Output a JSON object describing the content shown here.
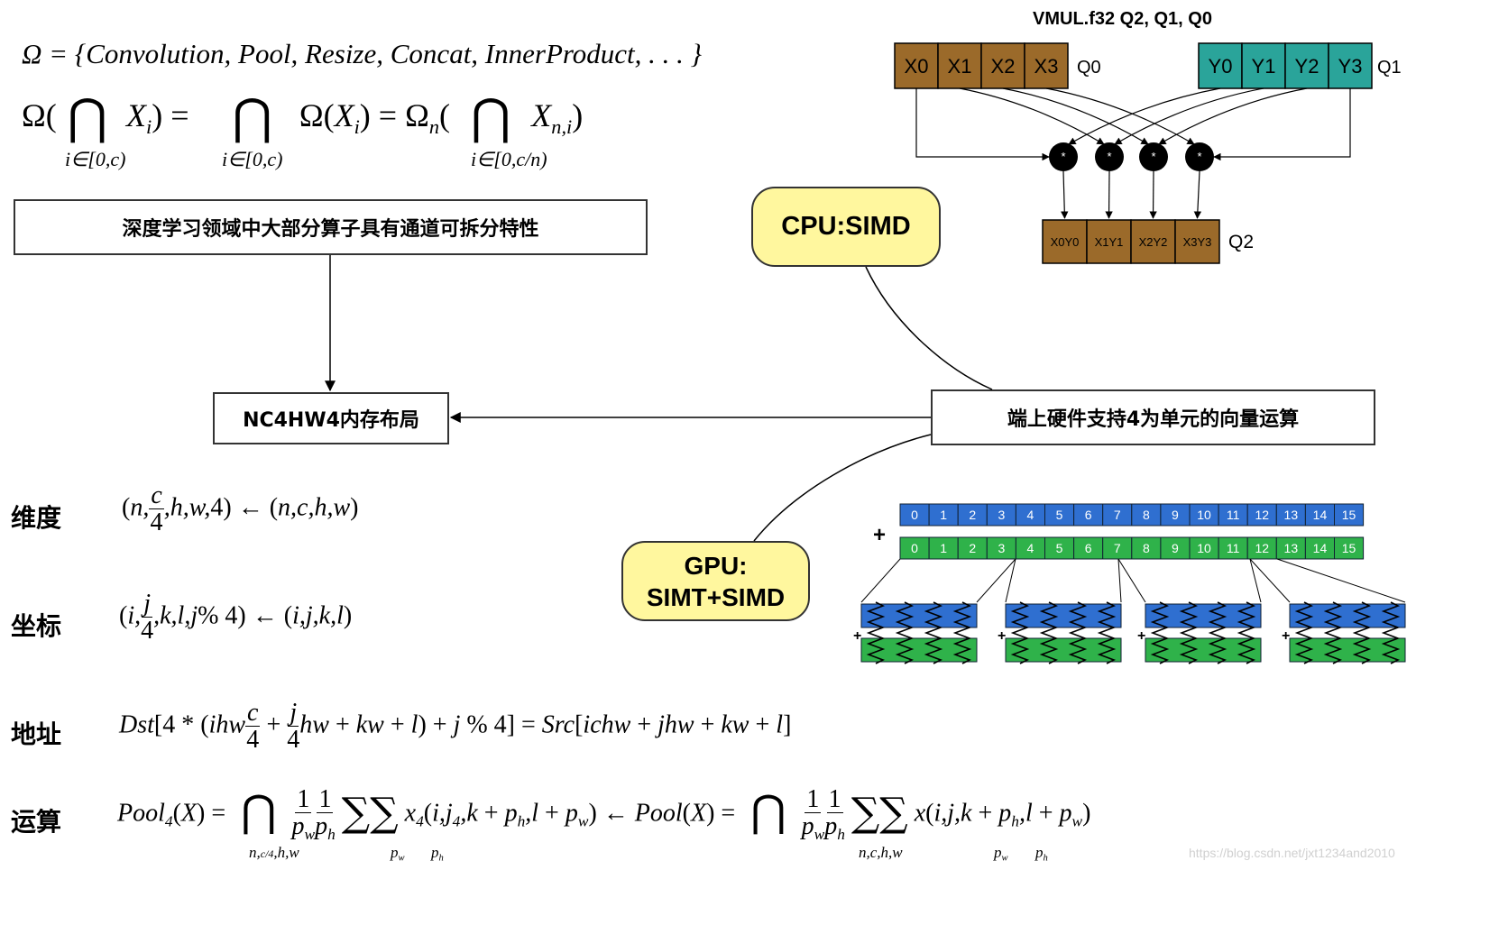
{
  "top_formula": {
    "set_def": "Ω = {Convolution, Pool, Resize, Concat, InnerProduct, . . . }",
    "lhs_range": "i∈[0,c)",
    "mid_range": "i∈[0,c)",
    "rhs_range": "i∈[0,c/n)"
  },
  "boxes": {
    "channel_split": "深度学习领域中大部分算子具有通道可拆分特性",
    "nc4hw4": "NC4HW4内存布局",
    "hw_vector": "端上硬件支持4为单元的向量运算",
    "cpu_simd": "CPU:SIMD",
    "gpu_line1": "GPU:",
    "gpu_line2": "SIMT+SIMD"
  },
  "vmul": {
    "title": "VMUL.f32 Q2, Q1, Q0",
    "q0_cells": [
      "X0",
      "X1",
      "X2",
      "X3"
    ],
    "q0_label": "Q0",
    "q1_cells": [
      "Y0",
      "Y1",
      "Y2",
      "Y3"
    ],
    "q1_label": "Q1",
    "op_symbol": "*",
    "q2_cells": [
      "X0Y0",
      "X1Y1",
      "X2Y2",
      "X3Y3"
    ],
    "q2_label": "Q2",
    "colors": {
      "q0": "#9b6a2a",
      "q1": "#2aa49a",
      "q2": "#9b6a2a",
      "op": "#000000"
    }
  },
  "gpu_vec": {
    "cells": [
      "0",
      "1",
      "2",
      "3",
      "4",
      "5",
      "6",
      "7",
      "8",
      "9",
      "10",
      "11",
      "12",
      "13",
      "14",
      "15"
    ],
    "plus": "+",
    "colors": {
      "blue": "#2f6fd0",
      "green": "#2fb24a"
    }
  },
  "rows": {
    "dim_label": "维度",
    "coord_label": "坐标",
    "addr_label": "地址",
    "op_label": "运算"
  },
  "watermark": "https://blog.csdn.net/jxt1234and2010"
}
